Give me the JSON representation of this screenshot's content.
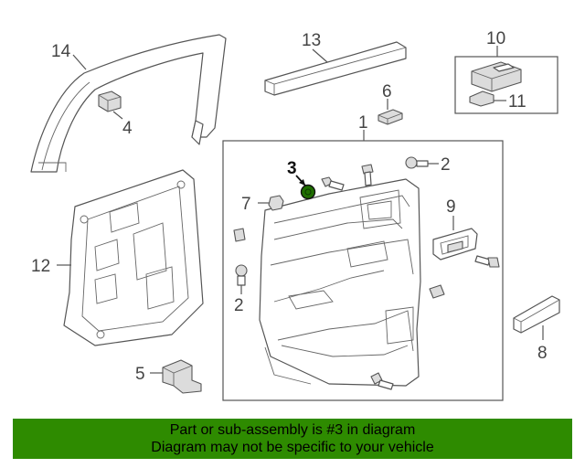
{
  "callouts": {
    "c1": "1",
    "c2a": "2",
    "c2b": "2",
    "c3": "3",
    "c4": "4",
    "c5": "5",
    "c6": "6",
    "c7": "7",
    "c8": "8",
    "c9": "9",
    "c10": "10",
    "c11": "11",
    "c12": "12",
    "c13": "13",
    "c14": "14"
  },
  "highlight_part": "3",
  "colors": {
    "banner": "#2e8b00",
    "highlight_fill": "#1f6e00",
    "line": "#555555"
  },
  "banner": {
    "line1": "Part or sub-assembly is #3 in diagram",
    "line2": "Diagram may not be specific to your vehicle"
  }
}
